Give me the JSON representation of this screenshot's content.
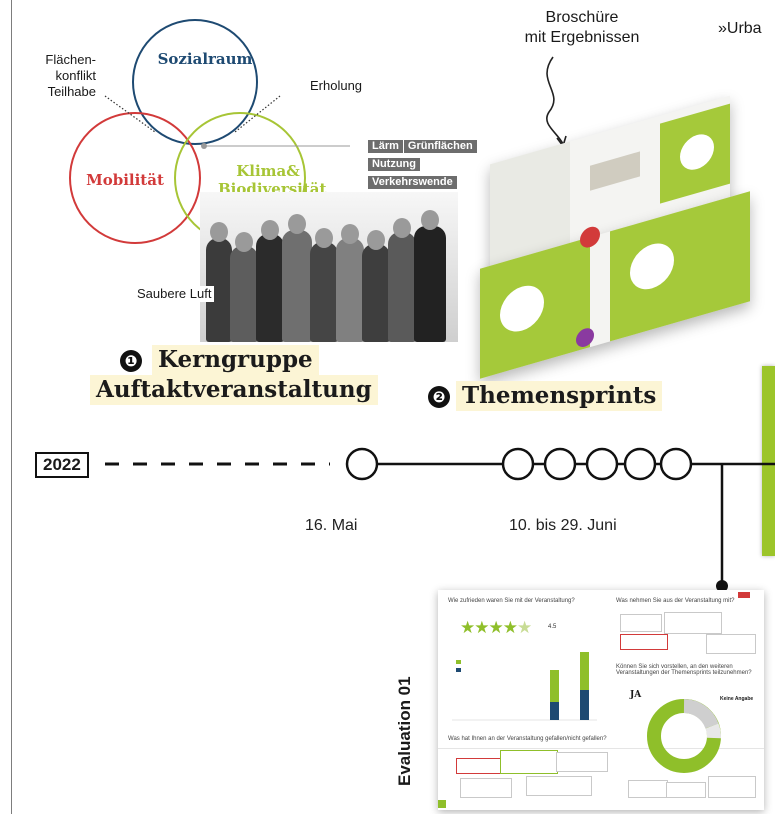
{
  "venn": {
    "sozialraum": "Sozialraum",
    "mobilitaet": "Mobilität",
    "klima": "Klima&\nBiodiversität",
    "flaechenkonflikt": "Flächen-\nkonflikt\nTeilhabe",
    "erholung": "Erholung",
    "saubere_luft": "Saubere Luft",
    "tags": [
      "Lärm",
      "Grünflächen",
      "Nutzung",
      "Verkehrswende"
    ],
    "colors": {
      "sozialraum": "#1e4a72",
      "mobilitaet": "#d23a3a",
      "klima": "#a7c536"
    }
  },
  "brochure": {
    "label": "Broschüre\nmit Ergebnissen",
    "quote": "»Urba"
  },
  "phases": [
    {
      "number": "❶",
      "title_line1": "Kerngruppe",
      "title_line2": "Auftaktveranstaltung",
      "date": "16. Mai"
    },
    {
      "number": "❷",
      "title": "Themensprints",
      "date": "10. bis 29. Juni"
    }
  ],
  "timeline": {
    "year": "2022"
  },
  "evaluation": {
    "label": "Evaluation 01",
    "q1": "Wie zufrieden waren Sie mit der Veranstaltung?",
    "rating": "4.5",
    "q2": "Was nehmen Sie aus der Veranstaltung mit?",
    "q3": "Können Sie sich vorstellen, an den weiteren Veranstaltungen der Themensprints teilzunehmen?",
    "q4": "Was hat Ihnen an der Veranstaltung gefallen/nicht gefallen?",
    "ja": "JA",
    "keine_angabe": "Keine Angabe"
  }
}
